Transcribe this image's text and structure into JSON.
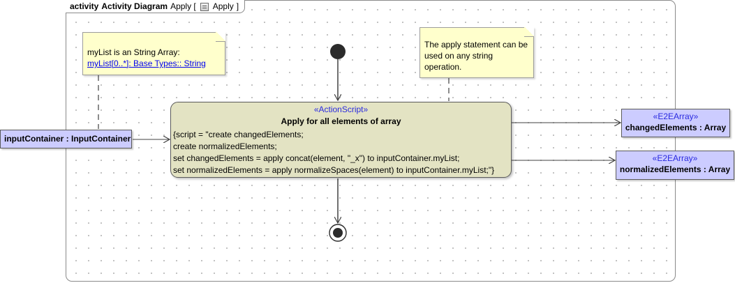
{
  "diagram": {
    "frame_tab": {
      "keyword": "activity",
      "name": "Activity Diagram",
      "context": "Apply [",
      "context_icon": "activity-icon",
      "context_name": "Apply",
      "close": "]"
    },
    "notes": [
      {
        "line1": "myList is an String Array:",
        "link": "myList[0..*]: Base Types:: String"
      },
      {
        "lines": [
          "The apply statement can be",
          "used on any string",
          "operation."
        ]
      }
    ],
    "initial_node": "initial-node",
    "final_node": "activity-final-node",
    "action": {
      "stereotype": "«ActionScript»",
      "title": "Apply for all elements of array",
      "body": "{script = \"create changedElements;\ncreate normalizedElements;\nset changedElements = apply concat(element, \"_x\") to inputContainer.myList;\nset normalizedElements = apply normalizeSpaces(element) to inputContainer.myList;\"}"
    },
    "input_node": {
      "label": "inputContainer : InputContainer"
    },
    "outputs": [
      {
        "stereotype": "«E2EArray»",
        "label": "changedElements : Array"
      },
      {
        "stereotype": "«E2EArray»",
        "label": "normalizedElements : Array"
      }
    ],
    "colors": {
      "note_fill": "#ffffcc",
      "action_fill": "#e3e3c3",
      "object_fill": "#ccccff",
      "stereotype_text": "#2a2ae0",
      "edge": "#404040"
    }
  }
}
